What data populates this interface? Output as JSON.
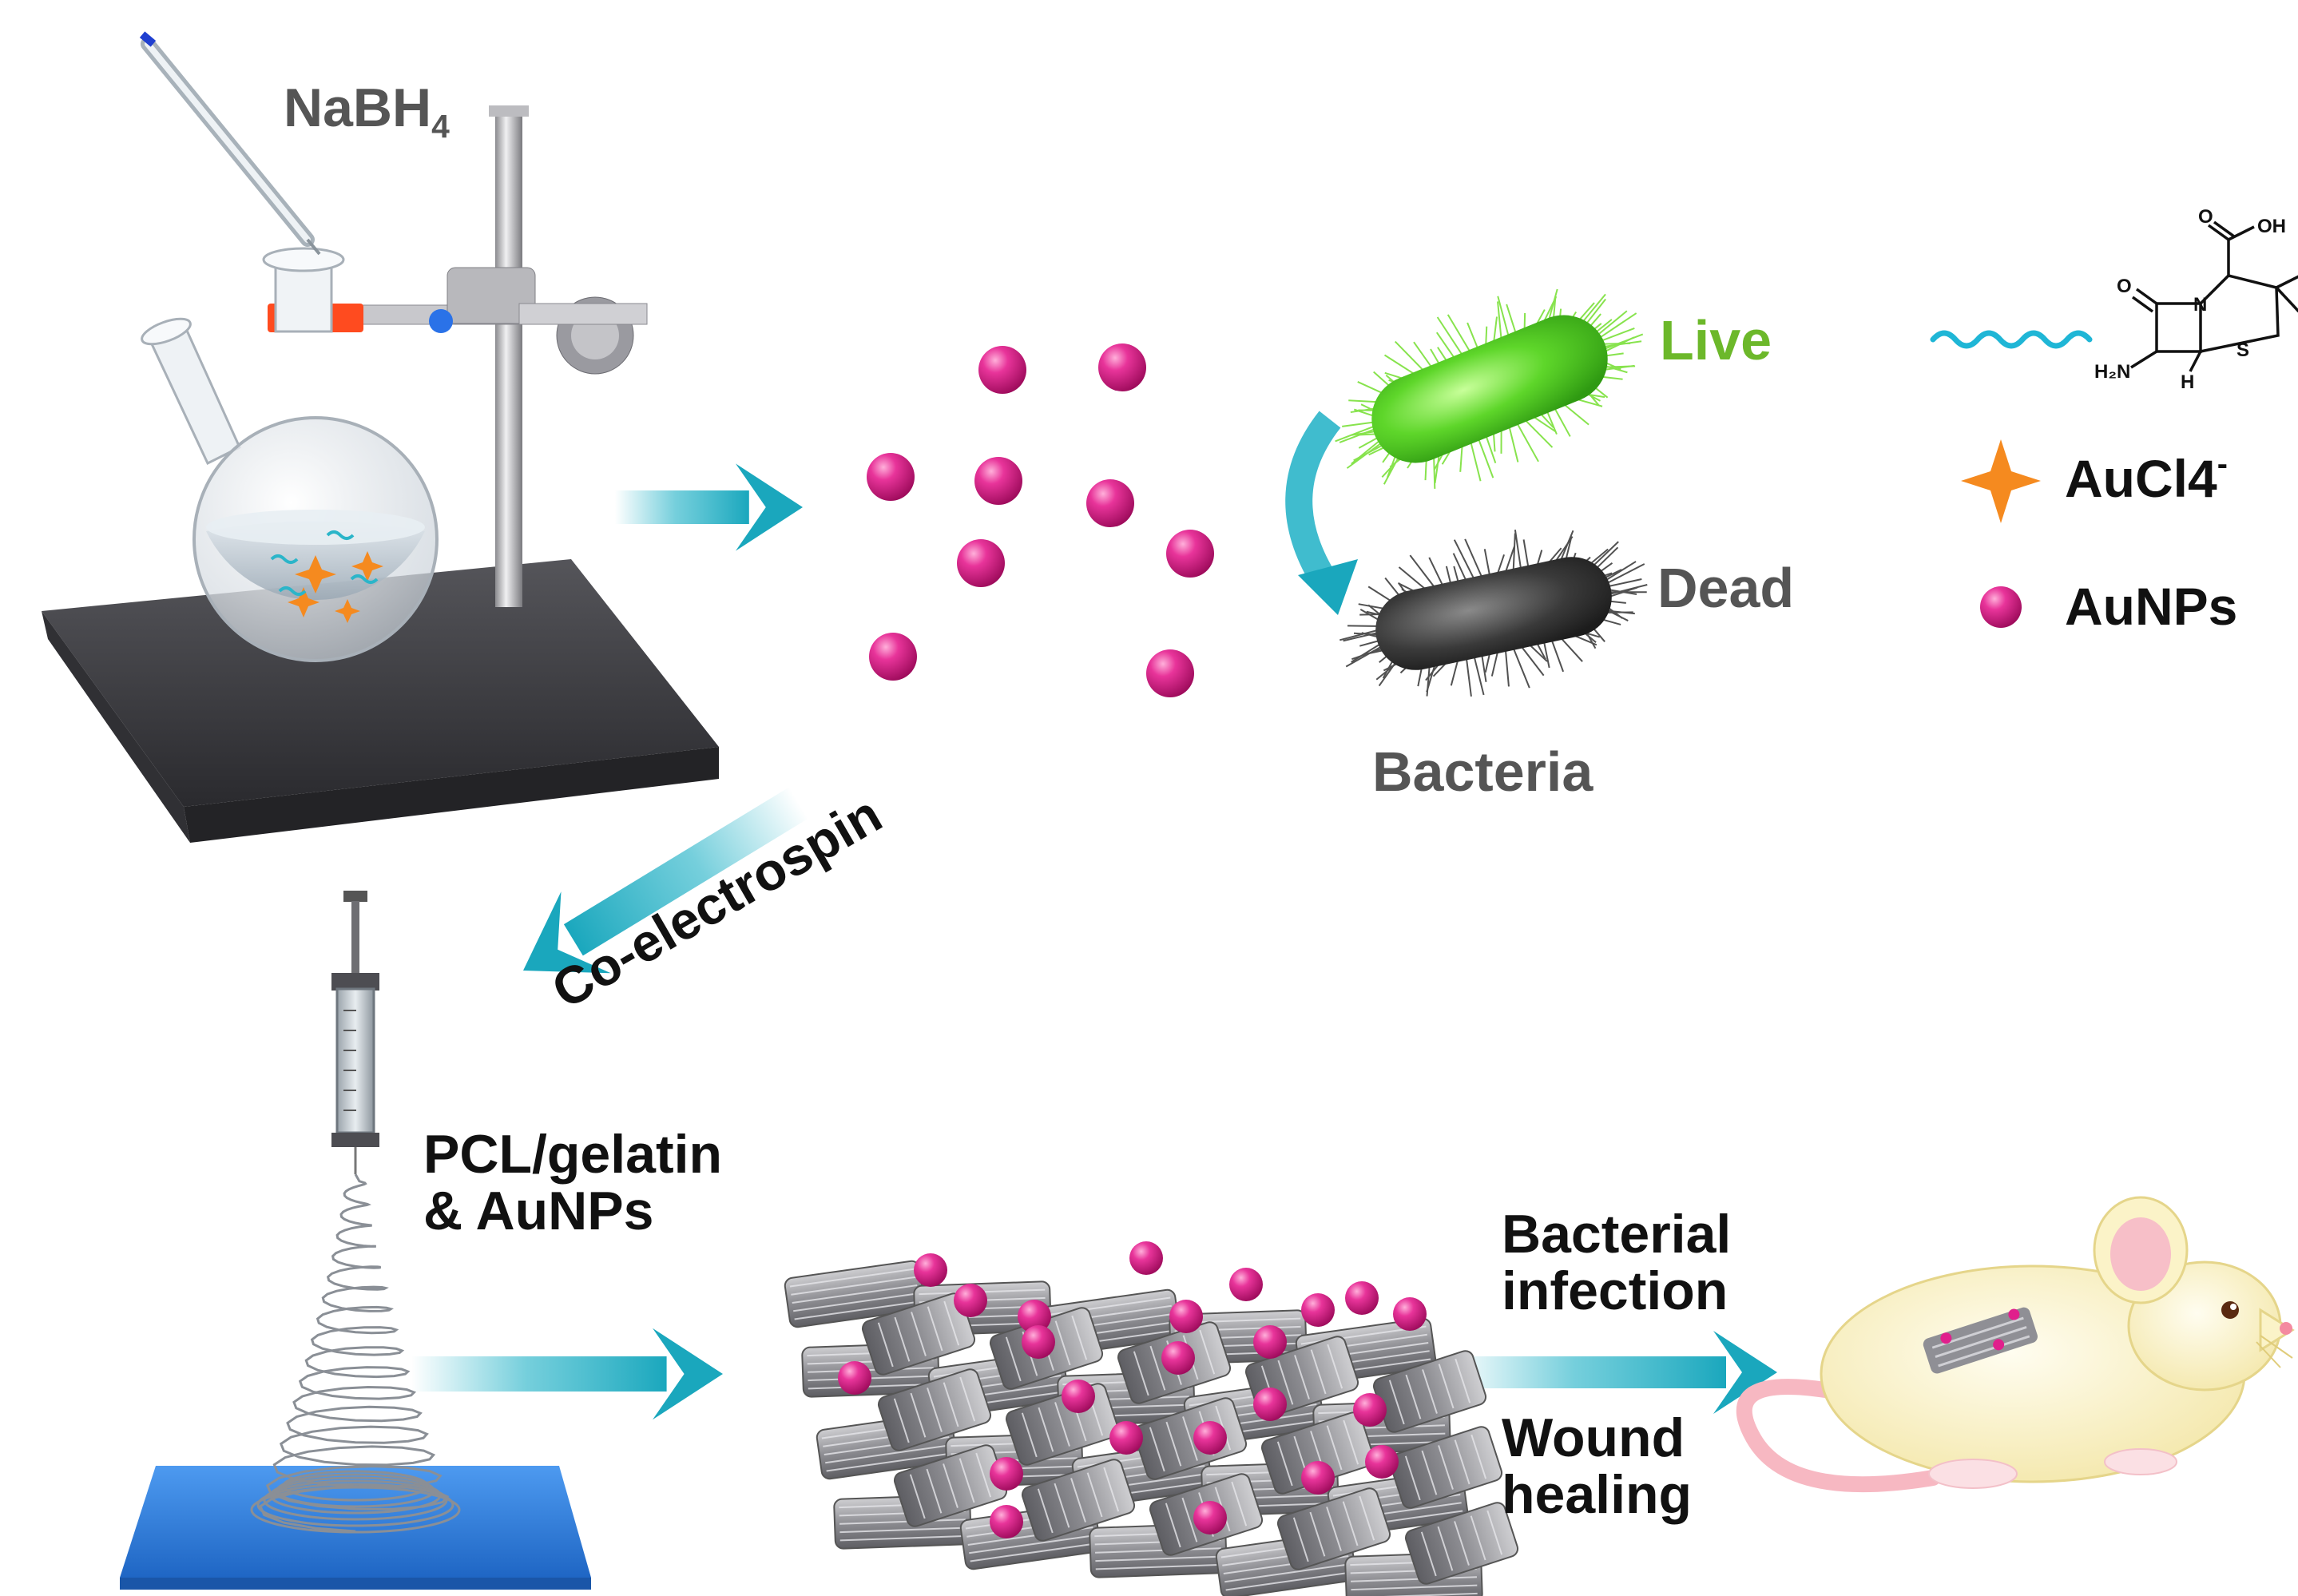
{
  "labels": {
    "reductant_main": "NaBH",
    "reductant_sub": "4",
    "live": "Live",
    "dead": "Dead",
    "bacteria": "Bacteria",
    "co_electrospin": "Co-electrospin",
    "pcl_line1": "PCL/gelatin",
    "pcl_line2": "& AuNPs",
    "infection_line1": "Bacterial",
    "infection_line2": "infection",
    "healing_line1": "Wound",
    "healing_line2": "healing"
  },
  "legend": {
    "aucl4_main": "AuCl4",
    "aucl4_sup": "-",
    "aunps": "AuNPs"
  },
  "molecule": {
    "atom_O_top": "O",
    "atom_OH": "OH",
    "atom_O_left": "O",
    "atom_N": "N",
    "atom_S": "S",
    "atom_H2N": "H₂N",
    "atom_H": "H"
  },
  "colors": {
    "aunp": "#e0208c",
    "arrow": "#2bb5c9",
    "live_bacteria": "#5ed62a",
    "dead_bacteria": "#3a3a3a",
    "stand_base": "#3c3c40",
    "collector_plate": "#2f7fe0",
    "aucl4_star": "#f58a1f",
    "mouse_body": "#fbf3c8",
    "mouse_ear": "#f7bfc8",
    "clamp_orange": "#ff4b1f"
  }
}
